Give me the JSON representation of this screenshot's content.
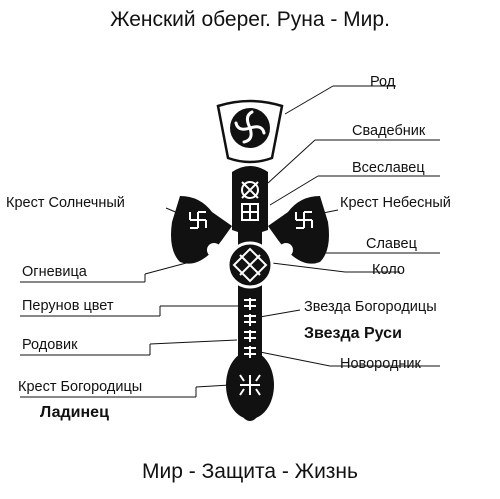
{
  "title": "Женский оберег. Руна - Мир.",
  "footer": "Мир - Защита - Жизнь",
  "labels": {
    "rod": "Род",
    "svadebnik": "Свадебник",
    "vseslavets": "Всеславец",
    "krest_nebesny": "Крест Небесный",
    "krest_solnechny": "Крест Солнечный",
    "slavets": "Славец",
    "kolo": "Коло",
    "ognevitsa": "Огневица",
    "perunov_tsvet": "Перунов цвет",
    "zvezda_bogoroditsy": "Звезда Богородицы",
    "zvezda_rusi": "Звезда Руси",
    "rodovik": "Родовик",
    "novorodnik": "Новородник",
    "krest_bogoroditsy": "Крест Богородицы",
    "ladinets": "Ладинец"
  },
  "colors": {
    "ink": "#111111",
    "paper": "#ffffff"
  }
}
